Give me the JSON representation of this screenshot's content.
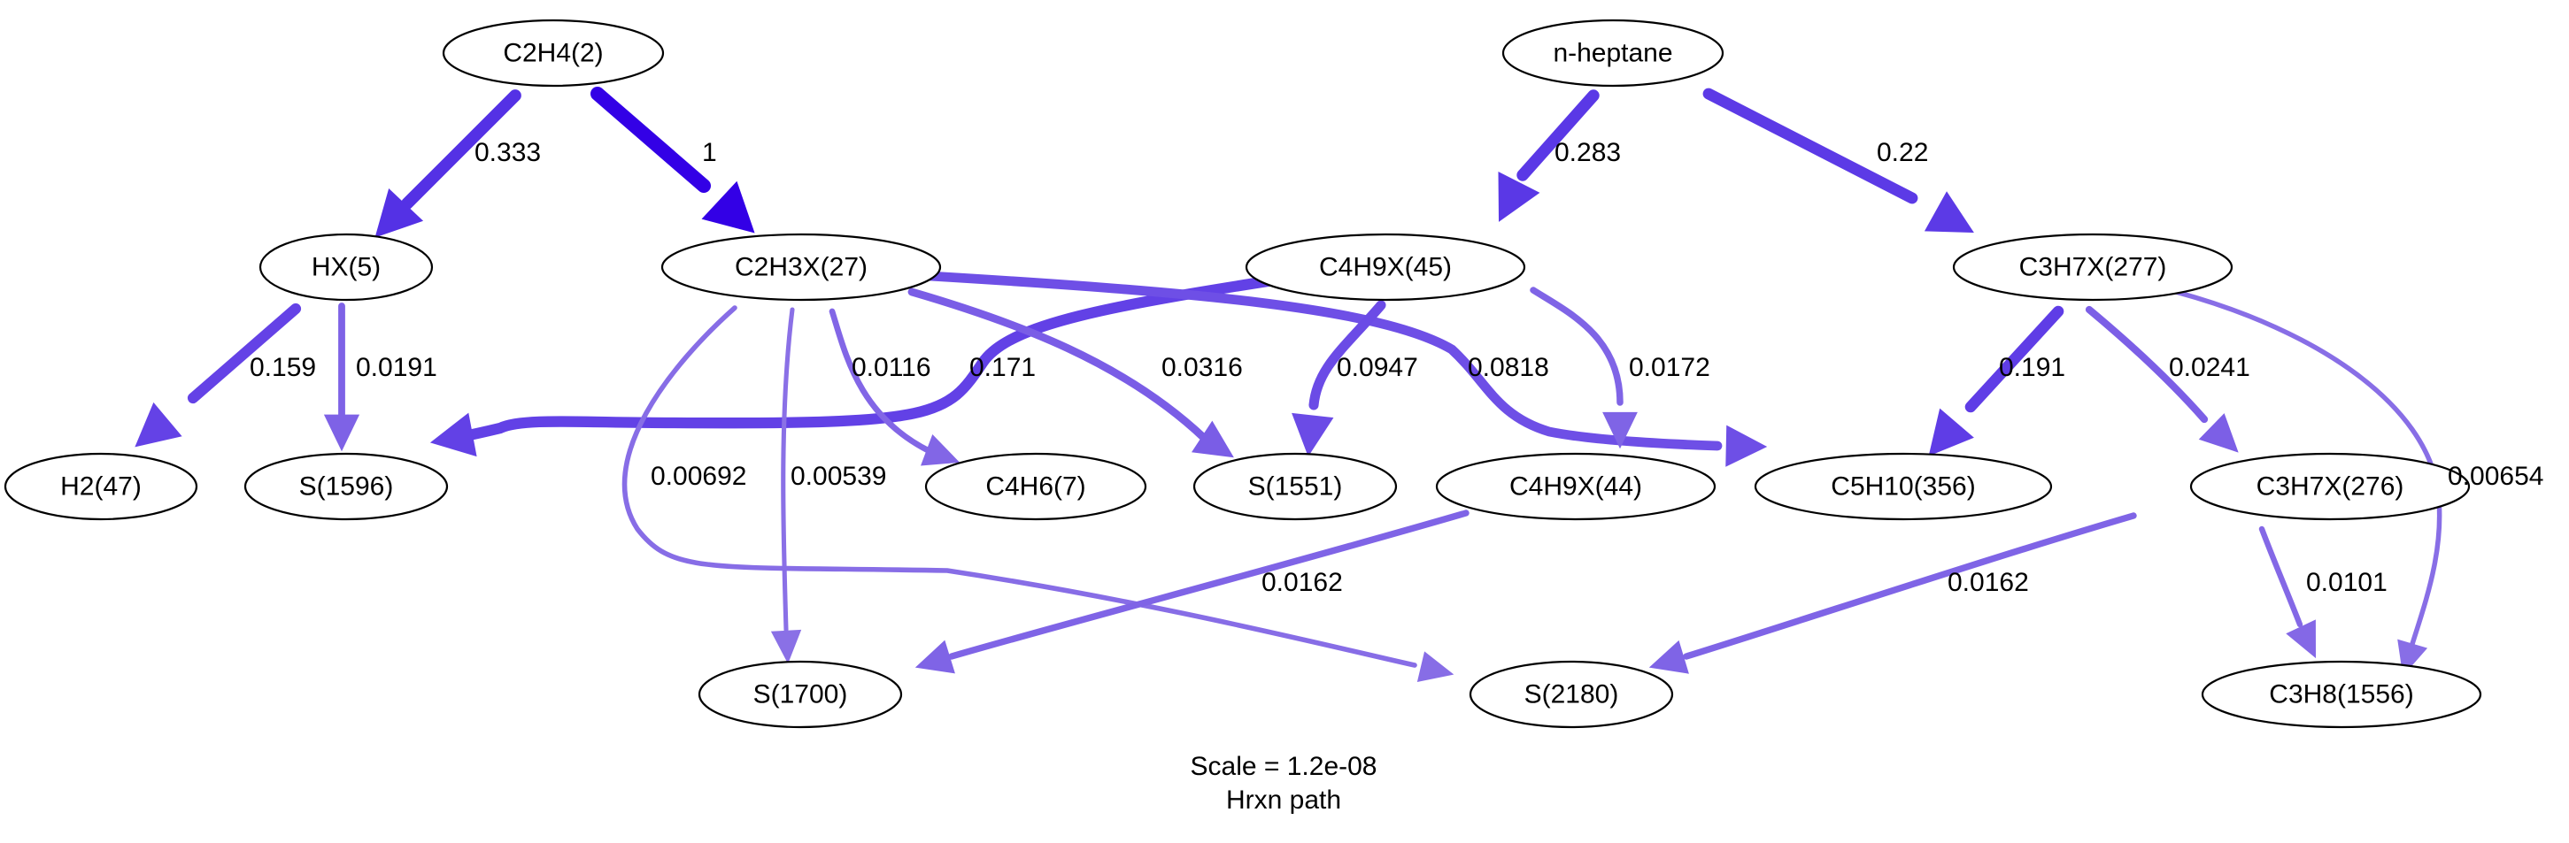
{
  "diagram": {
    "nodes": [
      {
        "id": "c2h4_2",
        "label": "C2H4(2)"
      },
      {
        "id": "n_heptane",
        "label": "n-heptane"
      },
      {
        "id": "hx_5",
        "label": "HX(5)"
      },
      {
        "id": "c2h3x_27",
        "label": "C2H3X(27)"
      },
      {
        "id": "c4h9x_45",
        "label": "C4H9X(45)"
      },
      {
        "id": "c3h7x_277",
        "label": "C3H7X(277)"
      },
      {
        "id": "h2_47",
        "label": "H2(47)"
      },
      {
        "id": "s_1596",
        "label": "S(1596)"
      },
      {
        "id": "c4h6_7",
        "label": "C4H6(7)"
      },
      {
        "id": "s_1551",
        "label": "S(1551)"
      },
      {
        "id": "c4h9x_44",
        "label": "C4H9X(44)"
      },
      {
        "id": "c5h10_356",
        "label": "C5H10(356)"
      },
      {
        "id": "c3h7x_276",
        "label": "C3H7X(276)"
      },
      {
        "id": "s_1700",
        "label": "S(1700)"
      },
      {
        "id": "s_2180",
        "label": "S(2180)"
      },
      {
        "id": "c3h8_1556",
        "label": "C3H8(1556)"
      }
    ],
    "edges": [
      {
        "from": "c2h4_2",
        "to": "hx_5",
        "label": "0.333",
        "weight": 0.333,
        "color": "#5431e5"
      },
      {
        "from": "c2h4_2",
        "to": "c2h3x_27",
        "label": "1",
        "weight": 1,
        "color": "#3300e6"
      },
      {
        "from": "n_heptane",
        "to": "c4h9x_45",
        "label": "0.283",
        "weight": 0.283,
        "color": "#5a38e6"
      },
      {
        "from": "n_heptane",
        "to": "c3h7x_277",
        "label": "0.22",
        "weight": 0.22,
        "color": "#5c3ae6"
      },
      {
        "from": "hx_5",
        "to": "h2_47",
        "label": "0.159",
        "weight": 0.159,
        "color": "#6442e6"
      },
      {
        "from": "hx_5",
        "to": "s_1596",
        "label": "0.0191",
        "weight": 0.0191,
        "color": "#7e62e6"
      },
      {
        "from": "c4h9x_45",
        "to": "s_1596",
        "label": "0.171",
        "weight": 0.171,
        "color": "#6241e6"
      },
      {
        "from": "c2h3x_27",
        "to": "c4h6_7",
        "label": "0.0116",
        "weight": 0.0116,
        "color": "#8266e6"
      },
      {
        "from": "c2h3x_27",
        "to": "s_1551",
        "label": "0.0316",
        "weight": 0.0316,
        "color": "#7a5de6"
      },
      {
        "from": "c2h3x_27",
        "to": "c5h10_356",
        "label": "0.0818",
        "weight": 0.0818,
        "color": "#6e4fe6"
      },
      {
        "from": "c2h3x_27",
        "to": "s_1700",
        "label": "0.00539",
        "weight": 0.00539,
        "color": "#8a70e6"
      },
      {
        "from": "c2h3x_27",
        "to": "s_2180",
        "label": "0.00692",
        "weight": 0.00692,
        "color": "#876de6"
      },
      {
        "from": "c4h9x_45",
        "to": "s_1551",
        "label": "0.0947",
        "weight": 0.0947,
        "color": "#6b4be6"
      },
      {
        "from": "c4h9x_45",
        "to": "c4h9x_44",
        "label": "0.0172",
        "weight": 0.0172,
        "color": "#7f64e6"
      },
      {
        "from": "c3h7x_277",
        "to": "c5h10_356",
        "label": "0.191",
        "weight": 0.191,
        "color": "#5f3de6"
      },
      {
        "from": "c3h7x_277",
        "to": "c3h7x_276",
        "label": "0.0241",
        "weight": 0.0241,
        "color": "#7c5fe6"
      },
      {
        "from": "c3h7x_277",
        "to": "c3h8_1556",
        "label": "0.00654",
        "weight": 0.00654,
        "color": "#886ee6"
      },
      {
        "from": "c4h9x_44",
        "to": "s_1700",
        "label": "0.0162",
        "weight": 0.0162,
        "color": "#7f64e6"
      },
      {
        "from": "c3h7x_276",
        "to": "s_2180",
        "label": "0.0162",
        "weight": 0.0162,
        "color": "#7f64e6"
      },
      {
        "from": "c3h7x_276",
        "to": "c3h8_1556",
        "label": "0.0101",
        "weight": 0.0101,
        "color": "#8468e6"
      }
    ],
    "scale_text": "Scale = 1.2e-08",
    "title_text": "Hrxn path"
  }
}
